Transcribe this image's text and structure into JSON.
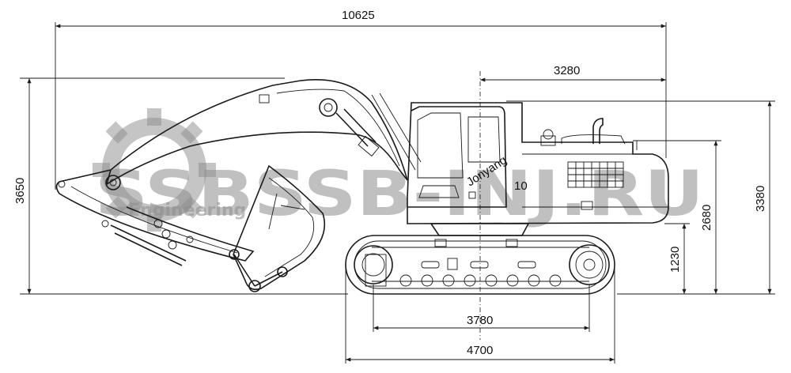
{
  "dimensions": {
    "overall_length": "10625",
    "tail_to_center": "3280",
    "overall_height": "3650",
    "cab_height": "3380",
    "counterweight_height": "2680",
    "ground_clearance": "1230",
    "track_on_ground": "3780",
    "track_length": "4700"
  },
  "machine": {
    "brand_decal": "Jonyang",
    "model_number": "10"
  },
  "watermark": {
    "main": "SSBSSB-INJ.RU",
    "sub": "Engineering"
  },
  "colors": {
    "line": "#1a1a1a",
    "watermark": "#8c8c8c"
  }
}
